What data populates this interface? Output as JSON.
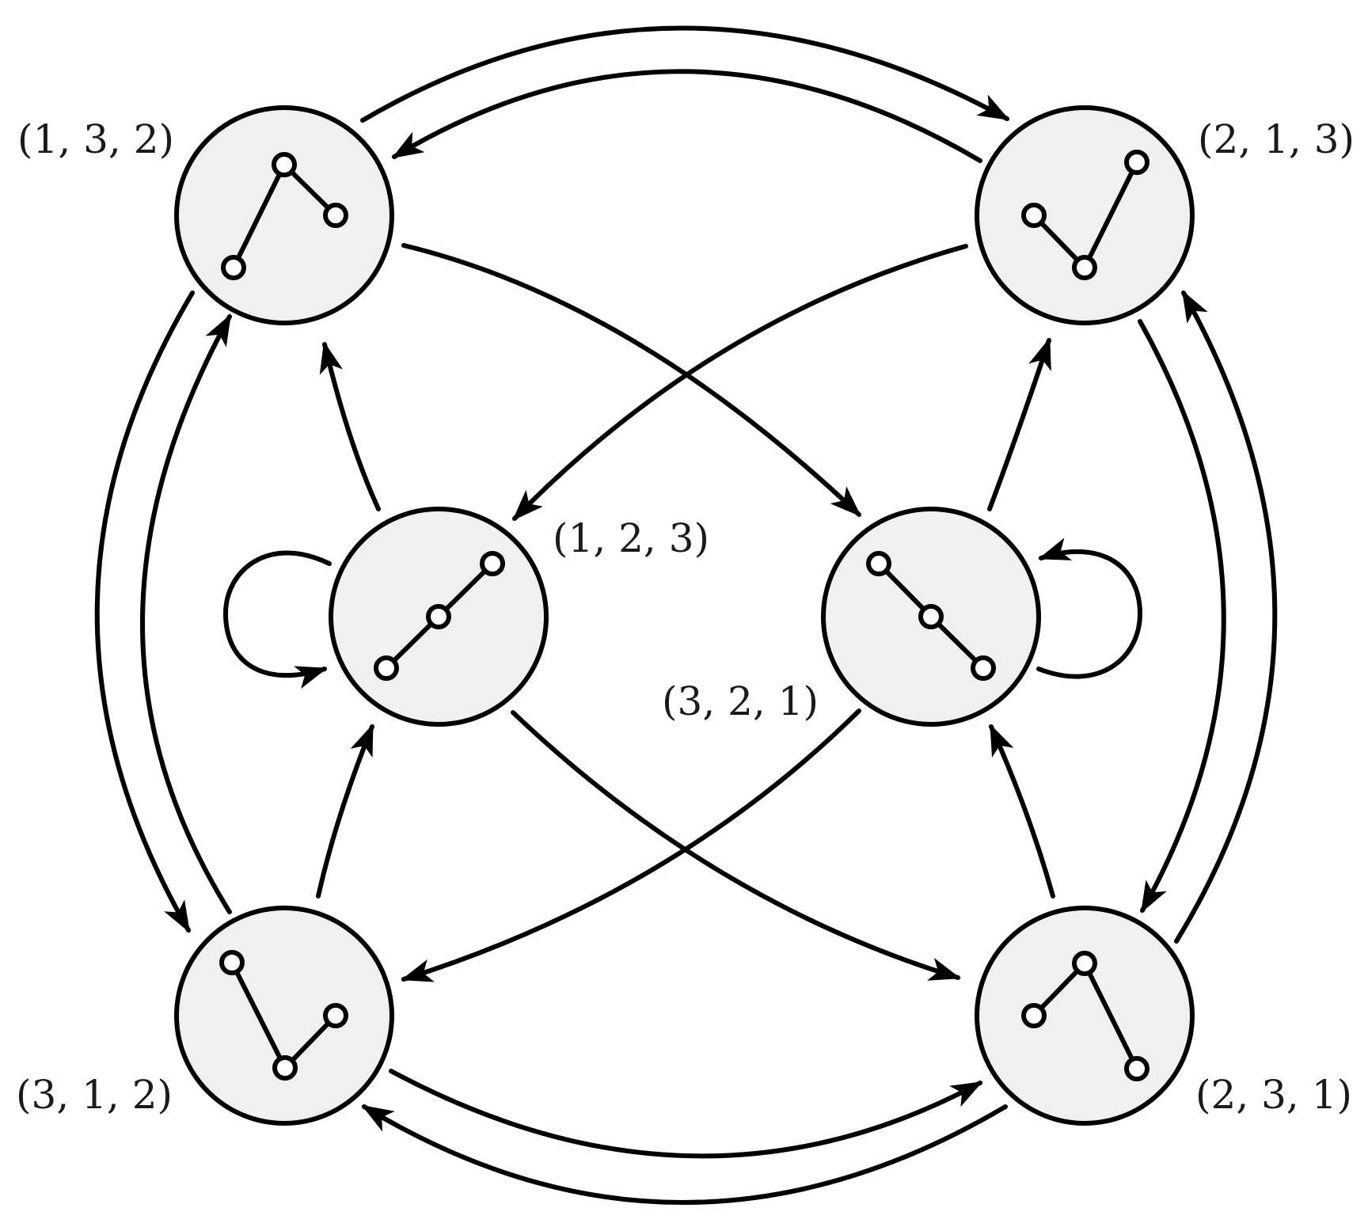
{
  "diagram": {
    "colors": {
      "node_fill": "#f0f0f0",
      "stroke": "#000000",
      "label": "#1a1a1a"
    },
    "nodes": [
      {
        "id": "n132",
        "label": "(1, 3, 2)",
        "values": [
          1,
          3,
          2
        ]
      },
      {
        "id": "n213",
        "label": "(2, 1, 3)",
        "values": [
          2,
          1,
          3
        ]
      },
      {
        "id": "n123",
        "label": "(1, 2, 3)",
        "values": [
          1,
          2,
          3
        ]
      },
      {
        "id": "n321",
        "label": "(3, 2, 1)",
        "values": [
          3,
          2,
          1
        ]
      },
      {
        "id": "n312",
        "label": "(3, 1, 2)",
        "values": [
          3,
          1,
          2
        ]
      },
      {
        "id": "n231",
        "label": "(2, 3, 1)",
        "values": [
          2,
          3,
          1
        ]
      }
    ],
    "edges": [
      {
        "from": "n132",
        "to": "n213"
      },
      {
        "from": "n213",
        "to": "n132"
      },
      {
        "from": "n132",
        "to": "n312"
      },
      {
        "from": "n312",
        "to": "n132"
      },
      {
        "from": "n231",
        "to": "n213"
      },
      {
        "from": "n213",
        "to": "n231"
      },
      {
        "from": "n231",
        "to": "n312"
      },
      {
        "from": "n312",
        "to": "n231"
      },
      {
        "from": "n132",
        "to": "n321"
      },
      {
        "from": "n213",
        "to": "n123"
      },
      {
        "from": "n123",
        "to": "n231"
      },
      {
        "from": "n321",
        "to": "n312"
      },
      {
        "from": "n123",
        "to": "n132"
      },
      {
        "from": "n321",
        "to": "n213"
      },
      {
        "from": "n312",
        "to": "n123"
      },
      {
        "from": "n231",
        "to": "n321"
      },
      {
        "from": "n123",
        "to": "n123"
      },
      {
        "from": "n321",
        "to": "n321"
      }
    ]
  }
}
